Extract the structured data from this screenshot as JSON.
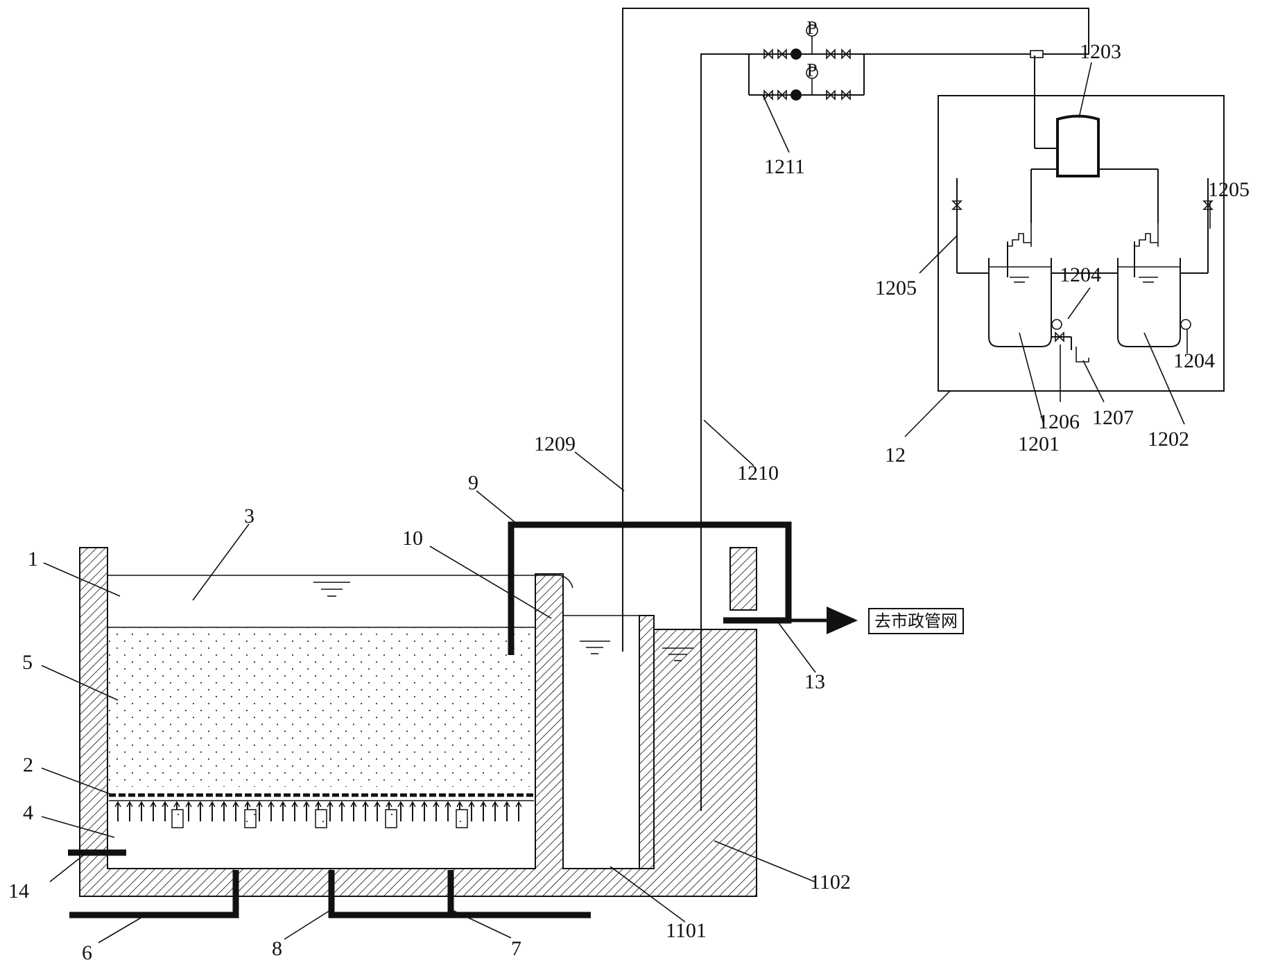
{
  "labels": {
    "n1": "1",
    "n2": "2",
    "n3": "3",
    "n4": "4",
    "n5": "5",
    "n6": "6",
    "n7": "7",
    "n8": "8",
    "n9": "9",
    "n10": "10",
    "n12": "12",
    "n13": "13",
    "n14": "14",
    "n1101": "1101",
    "n1102": "1102",
    "n1201": "1201",
    "n1202": "1202",
    "n1203": "1203",
    "n1204a": "1204",
    "n1204b": "1204",
    "n1205a": "1205",
    "n1205b": "1205",
    "n1206": "1206",
    "n1207": "1207",
    "n1209": "1209",
    "n1210": "1210",
    "n1211": "1211"
  },
  "destination": "去市政管网",
  "gauge_symbol": "P"
}
